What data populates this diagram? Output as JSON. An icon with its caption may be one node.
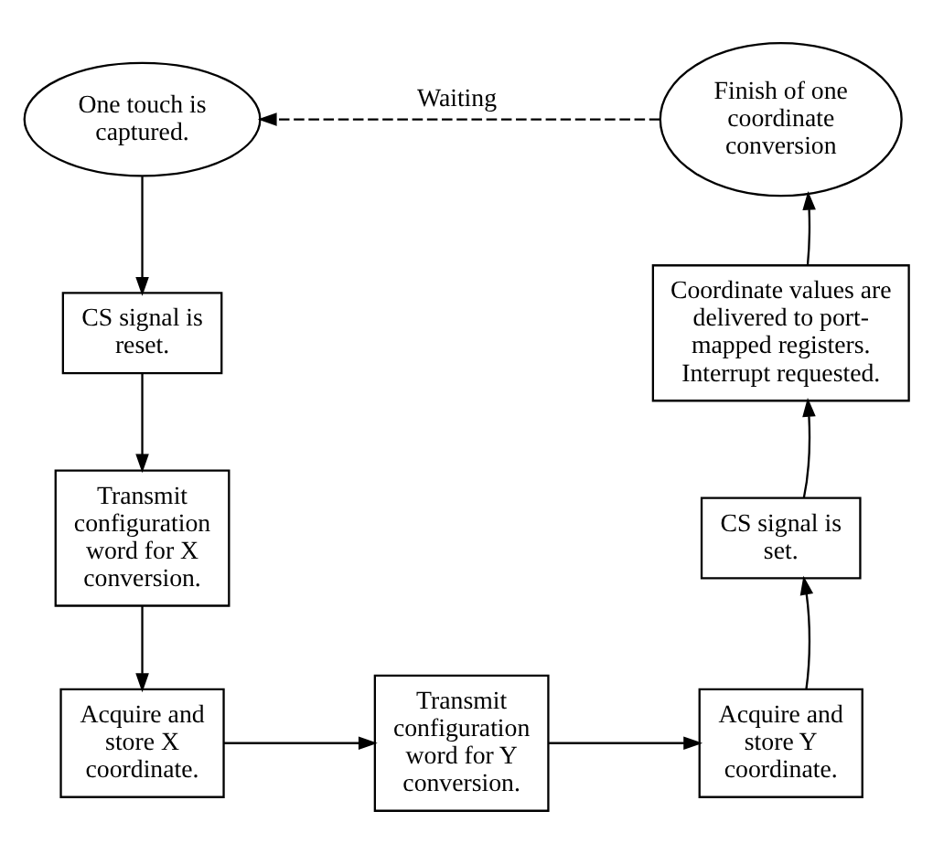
{
  "diagram": {
    "nodes": [
      {
        "text": [
          "One touch is captured."
        ]
      },
      {
        "text": [
          "Finish of one coordinate conversion"
        ]
      },
      {
        "text": [
          "CS signal is reset."
        ]
      },
      {
        "text": [
          "Coordinate values are delivered to port-mapped registers. Interrupt requested."
        ]
      },
      {
        "text": [
          "Transmit configuration word for X conversion."
        ]
      },
      {
        "text": [
          "CS signal is set."
        ]
      },
      {
        "text": [
          "Acquire and store X coordinate."
        ]
      },
      {
        "text": [
          "Transmit configuration word for Y conversion."
        ]
      },
      {
        "text": [
          "Acquire and store Y coordinate."
        ]
      }
    ],
    "edges": [
      {
        "from": 1,
        "to": 0,
        "arrow": "to",
        "label": "Waiting",
        "style": "dashed"
      },
      {
        "from": 0,
        "to": 2,
        "arrow": "to"
      },
      {
        "from": 2,
        "to": 4,
        "arrow": "to"
      },
      {
        "from": 4,
        "to": 6,
        "arrow": "to"
      },
      {
        "from": 6,
        "to": 7,
        "arrow": "to"
      },
      {
        "from": 7,
        "to": 8,
        "arrow": "to"
      },
      {
        "from": 8,
        "to": 5,
        "arrow": "to"
      },
      {
        "from": 5,
        "to": 3,
        "arrow": "to"
      },
      {
        "from": 3,
        "to": 1,
        "arrow": "to"
      }
    ]
  }
}
